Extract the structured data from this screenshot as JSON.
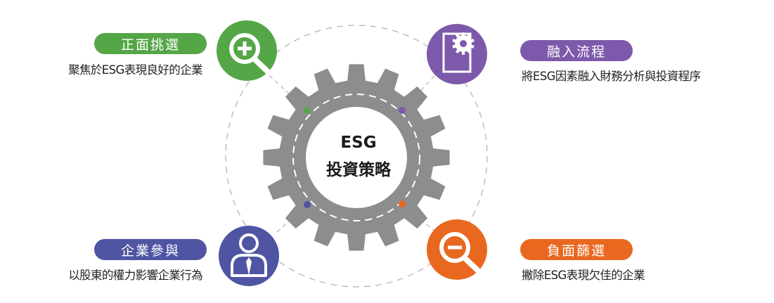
{
  "center": {
    "line1": "ESG",
    "line2": "投資策略"
  },
  "colors": {
    "gear": "#8c8d8f",
    "green": "#54a646",
    "purple": "#7d59ab",
    "blue": "#4f55a3",
    "orange": "#e8681f"
  },
  "items": [
    {
      "title": "正面挑選",
      "description": "聚焦於ESG表現良好的企業",
      "icon": "magnifier-plus-icon"
    },
    {
      "title": "融入流程",
      "description": "將ESG因素融入財務分析與投資程序",
      "icon": "document-gear-icon"
    },
    {
      "title": "企業參與",
      "description": "以股東的權力影響企業行為",
      "icon": "businessman-icon"
    },
    {
      "title": "負面篩選",
      "description": "撇除ESG表現欠佳的企業",
      "icon": "magnifier-minus-icon"
    }
  ]
}
